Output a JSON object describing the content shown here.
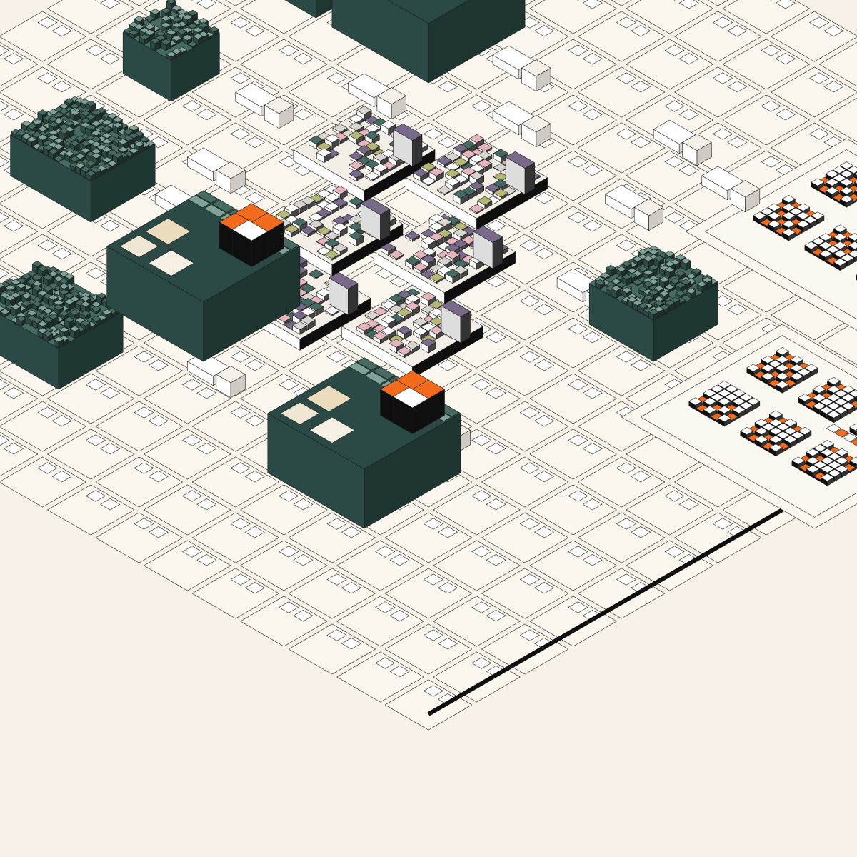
{
  "palette": {
    "ground": "#f7f1e8",
    "paper": "#fbf6ee",
    "line": "#1a1a1a",
    "dark_green": "#2b4a45",
    "mid_green": "#466b63",
    "light_green": "#7fa399",
    "orange": "#f26a1b",
    "cream": "#eadcbd",
    "black": "#0f0f0f",
    "pink": "#e6b6bf",
    "olive": "#b6b876",
    "purple": "#7a6a8a",
    "grey": "#d8d4cf"
  },
  "scene": {
    "type": "isometric-generative-city",
    "elements": [
      {
        "name": "tower",
        "count": 3,
        "roof": [
          "orange-block",
          "cream-squares",
          "green-grid"
        ]
      },
      {
        "name": "tree-canopy",
        "count": 5,
        "color": "dark_green"
      },
      {
        "name": "striped-podium",
        "count": 6,
        "colors": [
          "pink",
          "olive",
          "purple",
          "green"
        ]
      },
      {
        "name": "walled-compound",
        "count": 2,
        "interior": [
          "checker-pads",
          "orange-checker",
          "black-pool"
        ]
      },
      {
        "name": "grid-blocks",
        "color": "paper"
      }
    ]
  }
}
